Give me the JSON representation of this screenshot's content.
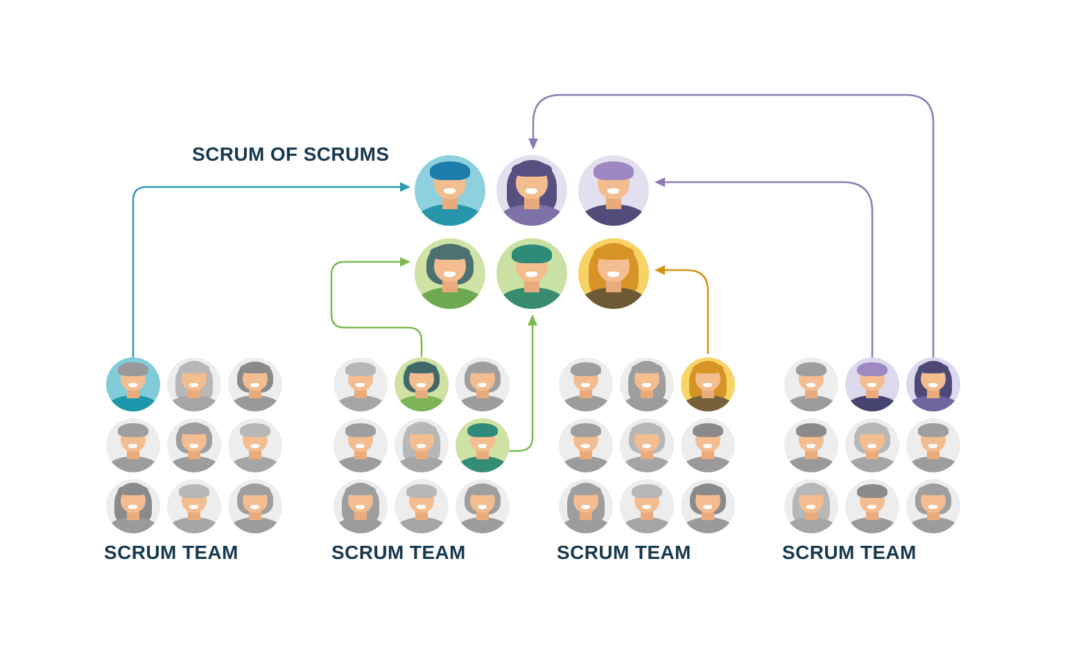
{
  "title": "SCRUM OF SCRUMS",
  "background": "#ffffff",
  "text_color": "#17384e",
  "skin": "#f3bd90",
  "skin_shadow": "#e9ab7c",
  "smile_color": "#ffffff",
  "connector_colors": {
    "teal": "#2b9bb0",
    "green": "#7cb950",
    "orange": "#d4920f",
    "purple": "#8d7ab5"
  },
  "schemes": {
    "gray_light": {
      "bg": "#ededed",
      "hair": "#b7b7b7",
      "shirt": "#a5a5a5"
    },
    "gray_mid": {
      "bg": "#ededed",
      "hair": "#9e9e9e",
      "shirt": "#9c9c9c"
    },
    "gray_dark": {
      "bg": "#ededed",
      "hair": "#8a8a8a",
      "shirt": "#9a9a9a"
    },
    "team_teal": {
      "bg": "#82cbd9",
      "hair": "#97999b",
      "shirt": "#1d95aa"
    },
    "team_green_woman": {
      "bg": "#cfe2a4",
      "hair": "#40696a",
      "shirt": "#7db355"
    },
    "team_green_man": {
      "bg": "#cfe2a4",
      "hair": "#2e8a7a",
      "shirt": "#338c74"
    },
    "team_yellow": {
      "bg": "#f8d466",
      "hair": "#d69426",
      "shirt": "#756039"
    },
    "team_purple_light": {
      "bg": "#dcd9ec",
      "hair": "#9e88c2",
      "shirt": "#474370"
    },
    "team_purple_dark": {
      "bg": "#dcd9ec",
      "hair": "#4d4876",
      "shirt": "#6f659e"
    },
    "sos_teal": {
      "bg": "#8fd0de",
      "hair": "#1a7dac",
      "shirt": "#2796ac"
    },
    "sos_purple_dark": {
      "bg": "#e2e0ef",
      "hair": "#564f80",
      "shirt": "#7d71a8"
    },
    "sos_purple_light": {
      "bg": "#e2e0ef",
      "hair": "#9e88c2",
      "shirt": "#514c7a"
    },
    "sos_green_woman": {
      "bg": "#d0e3a7",
      "hair": "#4c7170",
      "shirt": "#6ca951"
    },
    "sos_green_man": {
      "bg": "#c9e1a2",
      "hair": "#2f8a78",
      "shirt": "#378b6f"
    },
    "sos_yellow": {
      "bg": "#f7d264",
      "hair": "#d79328",
      "shirt": "#6d5a35"
    }
  },
  "scrum_of_scrums": {
    "members": [
      {
        "variant": "man",
        "scheme": "sos_teal"
      },
      {
        "variant": "woman_long",
        "scheme": "sos_purple_dark"
      },
      {
        "variant": "man",
        "scheme": "sos_purple_light"
      },
      {
        "variant": "woman_bob",
        "scheme": "sos_green_woman"
      },
      {
        "variant": "man",
        "scheme": "sos_green_man"
      },
      {
        "variant": "woman_long",
        "scheme": "sos_yellow"
      }
    ]
  },
  "teams": [
    {
      "label": "SCRUM TEAM",
      "members": [
        {
          "variant": "man",
          "scheme": "team_teal"
        },
        {
          "variant": "woman_long",
          "scheme": "gray_light"
        },
        {
          "variant": "woman_bob",
          "scheme": "gray_dark"
        },
        {
          "variant": "man",
          "scheme": "gray_mid"
        },
        {
          "variant": "woman_bob",
          "scheme": "gray_mid"
        },
        {
          "variant": "man",
          "scheme": "gray_light"
        },
        {
          "variant": "woman_long",
          "scheme": "gray_dark"
        },
        {
          "variant": "man",
          "scheme": "gray_light"
        },
        {
          "variant": "woman_bob",
          "scheme": "gray_mid"
        }
      ]
    },
    {
      "label": "SCRUM TEAM",
      "members": [
        {
          "variant": "man",
          "scheme": "gray_light"
        },
        {
          "variant": "woman_bob",
          "scheme": "team_green_woman"
        },
        {
          "variant": "woman_bob",
          "scheme": "gray_mid"
        },
        {
          "variant": "man",
          "scheme": "gray_mid"
        },
        {
          "variant": "woman_long",
          "scheme": "gray_light"
        },
        {
          "variant": "man",
          "scheme": "team_green_man"
        },
        {
          "variant": "woman_long",
          "scheme": "gray_mid"
        },
        {
          "variant": "man",
          "scheme": "gray_light"
        },
        {
          "variant": "woman_bob",
          "scheme": "gray_mid"
        }
      ]
    },
    {
      "label": "SCRUM TEAM",
      "members": [
        {
          "variant": "man",
          "scheme": "gray_mid"
        },
        {
          "variant": "woman_long",
          "scheme": "gray_mid"
        },
        {
          "variant": "woman_long",
          "scheme": "team_yellow"
        },
        {
          "variant": "man",
          "scheme": "gray_mid"
        },
        {
          "variant": "woman_bob",
          "scheme": "gray_light"
        },
        {
          "variant": "man",
          "scheme": "gray_dark"
        },
        {
          "variant": "woman_long",
          "scheme": "gray_mid"
        },
        {
          "variant": "man",
          "scheme": "gray_light"
        },
        {
          "variant": "woman_bob",
          "scheme": "gray_dark"
        }
      ]
    },
    {
      "label": "SCRUM TEAM",
      "members": [
        {
          "variant": "man",
          "scheme": "gray_mid"
        },
        {
          "variant": "man",
          "scheme": "team_purple_light"
        },
        {
          "variant": "woman_long",
          "scheme": "team_purple_dark"
        },
        {
          "variant": "man",
          "scheme": "gray_dark"
        },
        {
          "variant": "woman_bob",
          "scheme": "gray_light"
        },
        {
          "variant": "man",
          "scheme": "gray_mid"
        },
        {
          "variant": "woman_long",
          "scheme": "gray_light"
        },
        {
          "variant": "man",
          "scheme": "gray_dark"
        },
        {
          "variant": "woman_bob",
          "scheme": "gray_mid"
        }
      ]
    }
  ],
  "connectors": [
    {
      "id": "team1-lead-to-sos",
      "color": "#2b9bb0"
    },
    {
      "id": "team2-lead1-to-sos",
      "color": "#7cb950"
    },
    {
      "id": "team2-lead2-to-sos",
      "color": "#7cb950"
    },
    {
      "id": "team3-lead-to-sos",
      "color": "#d4920f"
    },
    {
      "id": "team4-lead1-to-sos",
      "color": "#8d7ab5"
    },
    {
      "id": "team4-lead2-to-sos",
      "color": "#8d7ab5"
    }
  ]
}
